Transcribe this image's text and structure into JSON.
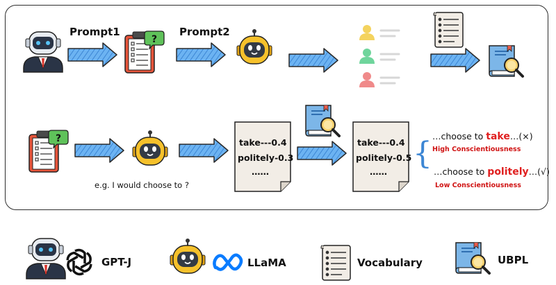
{
  "top_row": {
    "prompt1": "Prompt1",
    "prompt2": "Prompt2"
  },
  "bottom_row": {
    "example_prompt": "e.g. I would choose to ?",
    "doc1": {
      "line1": "take---0.4",
      "line2": "politely-0.3",
      "ellipsis": "……"
    },
    "doc2": {
      "line1": "take---0.4",
      "line2": "politely-0.5",
      "ellipsis": "……"
    },
    "result1": {
      "prefix": "…choose to ",
      "word": "take",
      "suffix": "…(×)",
      "trait": "High Conscientiousness"
    },
    "result2": {
      "prefix": "…choose to ",
      "word": "politely",
      "suffix": "…(√)",
      "trait": "Low Conscientiousness"
    }
  },
  "legend": {
    "gptj": "GPT-J",
    "llama": "LLaMA",
    "vocab": "Vocabulary",
    "ubpl": "UBPL"
  },
  "colors": {
    "arrow": "#5aa7ee",
    "robot_face": "#2a3446",
    "bot_yellow": "#f6c12b",
    "book": "#7cb6e8",
    "paper": "#f2ede6",
    "highlight_red": "#e01f1f"
  },
  "icons": [
    "robot-icon",
    "clipboard-icon",
    "question-bubble-icon",
    "yellow-bot-icon",
    "user-list-icon",
    "vocabulary-icon",
    "ubpl-book-icon",
    "openai-logo-icon",
    "meta-logo-icon"
  ]
}
